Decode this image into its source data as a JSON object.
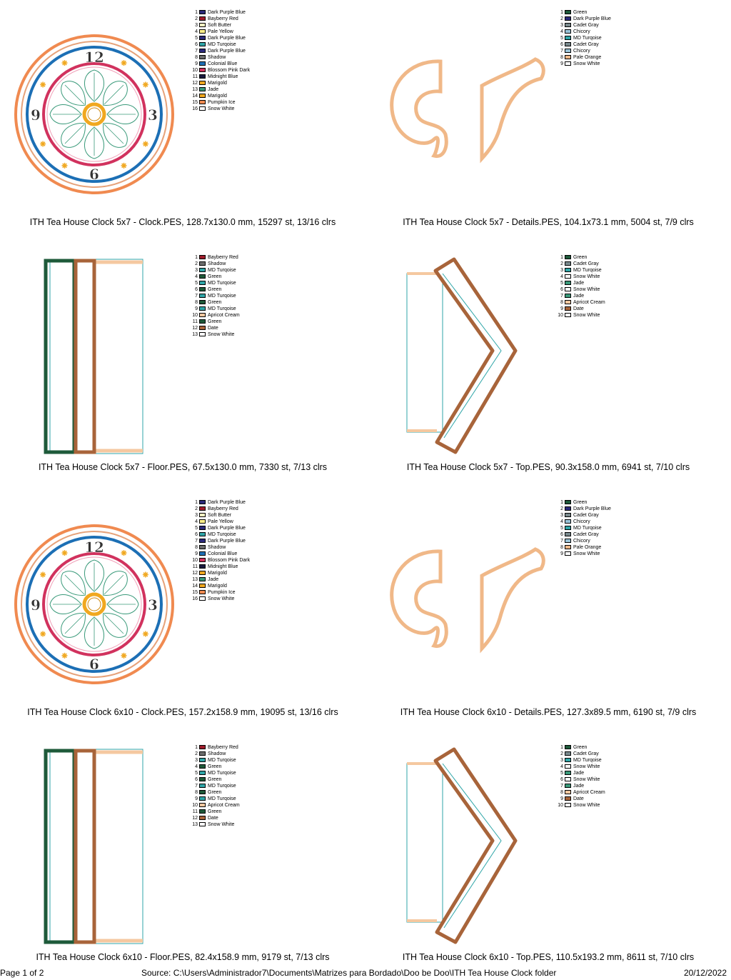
{
  "designs": [
    {
      "kind": "clock",
      "caption": "ITH Tea House Clock 5x7 - Clock.PES, 128.7x130.0 mm, 15297 st, 13/16 clrs",
      "colors": [
        {
          "n": "1",
          "name": "Dark Purple Blue",
          "hex": "#2b2a7a"
        },
        {
          "n": "2",
          "name": "Bayberry Red",
          "hex": "#a01c2c"
        },
        {
          "n": "3",
          "name": "Soft Butter",
          "hex": "#fff4c4"
        },
        {
          "n": "4",
          "name": "Pale Yellow",
          "hex": "#fff08a"
        },
        {
          "n": "5",
          "name": "Dark Purple Blue",
          "hex": "#2b2a7a"
        },
        {
          "n": "6",
          "name": "MD Turqoise",
          "hex": "#2fa6a8"
        },
        {
          "n": "7",
          "name": "Dark Purple Blue",
          "hex": "#2b2a7a"
        },
        {
          "n": "8",
          "name": "Shadow",
          "hex": "#6d6d6d"
        },
        {
          "n": "9",
          "name": "Colonial Blue",
          "hex": "#1c6fb5"
        },
        {
          "n": "10",
          "name": "Blossom Pink Dark",
          "hex": "#d1325e"
        },
        {
          "n": "11",
          "name": "Midnight Blue",
          "hex": "#1a1a40"
        },
        {
          "n": "12",
          "name": "Marigold",
          "hex": "#f0a820"
        },
        {
          "n": "13",
          "name": "Jade",
          "hex": "#3a9a7a"
        },
        {
          "n": "14",
          "name": "Marigold",
          "hex": "#f0a820"
        },
        {
          "n": "15",
          "name": "Pumpkin Ice",
          "hex": "#f08a50"
        },
        {
          "n": "16",
          "name": "Snow White",
          "hex": "#ffffff"
        }
      ]
    },
    {
      "kind": "details",
      "caption": "ITH Tea House Clock 5x7 - Details.PES, 104.1x73.1 mm, 5004 st, 7/9 clrs",
      "colors": [
        {
          "n": "1",
          "name": "Green",
          "hex": "#1e5a3a"
        },
        {
          "n": "2",
          "name": "Dark Purple Blue",
          "hex": "#2b2a7a"
        },
        {
          "n": "3",
          "name": "Cadet Gray",
          "hex": "#7a8a8e"
        },
        {
          "n": "4",
          "name": "Chicory",
          "hex": "#9ac4d8"
        },
        {
          "n": "5",
          "name": "MD Turqoise",
          "hex": "#2fa6a8"
        },
        {
          "n": "6",
          "name": "Cadet Gray",
          "hex": "#7a8a8e"
        },
        {
          "n": "7",
          "name": "Chicory",
          "hex": "#9ac4d8"
        },
        {
          "n": "8",
          "name": "Pale Orange",
          "hex": "#f0b888"
        },
        {
          "n": "9",
          "name": "Snow White",
          "hex": "#ffffff"
        }
      ]
    },
    {
      "kind": "floor",
      "caption": "ITH Tea House Clock 5x7 - Floor.PES, 67.5x130.0 mm, 7330 st, 7/13 clrs",
      "colors": [
        {
          "n": "1",
          "name": "Bayberry Red",
          "hex": "#a01c2c"
        },
        {
          "n": "2",
          "name": "Shadow",
          "hex": "#6d6d6d"
        },
        {
          "n": "3",
          "name": "MD Turqoise",
          "hex": "#2fa6a8"
        },
        {
          "n": "4",
          "name": "Green",
          "hex": "#1e5a3a"
        },
        {
          "n": "5",
          "name": "MD Turqoise",
          "hex": "#2fa6a8"
        },
        {
          "n": "6",
          "name": "Green",
          "hex": "#1e5a3a"
        },
        {
          "n": "7",
          "name": "MD Turqoise",
          "hex": "#2fa6a8"
        },
        {
          "n": "8",
          "name": "Green",
          "hex": "#1e5a3a"
        },
        {
          "n": "9",
          "name": "MD Turqoise",
          "hex": "#2fa6a8"
        },
        {
          "n": "10",
          "name": "Apricot Cream",
          "hex": "#f5c8a0"
        },
        {
          "n": "11",
          "name": "Green",
          "hex": "#1e5a3a"
        },
        {
          "n": "12",
          "name": "Date",
          "hex": "#a8643a"
        },
        {
          "n": "13",
          "name": "Snow White",
          "hex": "#ffffff"
        }
      ]
    },
    {
      "kind": "top",
      "caption": "ITH Tea House Clock 5x7 - Top.PES, 90.3x158.0 mm, 6941 st, 7/10 clrs",
      "colors": [
        {
          "n": "1",
          "name": "Green",
          "hex": "#1e5a3a"
        },
        {
          "n": "2",
          "name": "Cadet Gray",
          "hex": "#7a8a8e"
        },
        {
          "n": "3",
          "name": "MD Turqoise",
          "hex": "#2fa6a8"
        },
        {
          "n": "4",
          "name": "Snow White",
          "hex": "#ffffff"
        },
        {
          "n": "5",
          "name": "Jade",
          "hex": "#3a9a7a"
        },
        {
          "n": "6",
          "name": "Snow White",
          "hex": "#ffffff"
        },
        {
          "n": "7",
          "name": "Jade",
          "hex": "#3a9a7a"
        },
        {
          "n": "8",
          "name": "Apricot Cream",
          "hex": "#f5c8a0"
        },
        {
          "n": "9",
          "name": "Date",
          "hex": "#a8643a"
        },
        {
          "n": "10",
          "name": "Snow White",
          "hex": "#ffffff"
        }
      ]
    },
    {
      "kind": "clock",
      "caption": "ITH Tea House Clock 6x10 - Clock.PES, 157.2x158.9 mm, 19095 st, 13/16 clrs",
      "colors": [
        {
          "n": "1",
          "name": "Dark Purple Blue",
          "hex": "#2b2a7a"
        },
        {
          "n": "2",
          "name": "Bayberry Red",
          "hex": "#a01c2c"
        },
        {
          "n": "3",
          "name": "Soft Butter",
          "hex": "#fff4c4"
        },
        {
          "n": "4",
          "name": "Pale Yellow",
          "hex": "#fff08a"
        },
        {
          "n": "5",
          "name": "Dark Purple Blue",
          "hex": "#2b2a7a"
        },
        {
          "n": "6",
          "name": "MD Turqoise",
          "hex": "#2fa6a8"
        },
        {
          "n": "7",
          "name": "Dark Purple Blue",
          "hex": "#2b2a7a"
        },
        {
          "n": "8",
          "name": "Shadow",
          "hex": "#6d6d6d"
        },
        {
          "n": "9",
          "name": "Colonial Blue",
          "hex": "#1c6fb5"
        },
        {
          "n": "10",
          "name": "Blossom Pink Dark",
          "hex": "#d1325e"
        },
        {
          "n": "11",
          "name": "Midnight Blue",
          "hex": "#1a1a40"
        },
        {
          "n": "12",
          "name": "Marigold",
          "hex": "#f0a820"
        },
        {
          "n": "13",
          "name": "Jade",
          "hex": "#3a9a7a"
        },
        {
          "n": "14",
          "name": "Marigold",
          "hex": "#f0a820"
        },
        {
          "n": "15",
          "name": "Pumpkin Ice",
          "hex": "#f08a50"
        },
        {
          "n": "16",
          "name": "Snow White",
          "hex": "#ffffff"
        }
      ]
    },
    {
      "kind": "details",
      "caption": "ITH Tea House Clock 6x10 - Details.PES, 127.3x89.5 mm, 6190 st, 7/9 clrs",
      "colors": [
        {
          "n": "1",
          "name": "Green",
          "hex": "#1e5a3a"
        },
        {
          "n": "2",
          "name": "Dark Purple Blue",
          "hex": "#2b2a7a"
        },
        {
          "n": "3",
          "name": "Cadet Gray",
          "hex": "#7a8a8e"
        },
        {
          "n": "4",
          "name": "Chicory",
          "hex": "#9ac4d8"
        },
        {
          "n": "5",
          "name": "MD Turqoise",
          "hex": "#2fa6a8"
        },
        {
          "n": "6",
          "name": "Cadet Gray",
          "hex": "#7a8a8e"
        },
        {
          "n": "7",
          "name": "Chicory",
          "hex": "#9ac4d8"
        },
        {
          "n": "8",
          "name": "Pale Orange",
          "hex": "#f0b888"
        },
        {
          "n": "9",
          "name": "Snow White",
          "hex": "#ffffff"
        }
      ]
    },
    {
      "kind": "floor",
      "caption": "ITH Tea House Clock 6x10 - Floor.PES, 82.4x158.9 mm, 9179 st, 7/13 clrs",
      "colors": [
        {
          "n": "1",
          "name": "Bayberry Red",
          "hex": "#a01c2c"
        },
        {
          "n": "2",
          "name": "Shadow",
          "hex": "#6d6d6d"
        },
        {
          "n": "3",
          "name": "MD Turqoise",
          "hex": "#2fa6a8"
        },
        {
          "n": "4",
          "name": "Green",
          "hex": "#1e5a3a"
        },
        {
          "n": "5",
          "name": "MD Turqoise",
          "hex": "#2fa6a8"
        },
        {
          "n": "6",
          "name": "Green",
          "hex": "#1e5a3a"
        },
        {
          "n": "7",
          "name": "MD Turqoise",
          "hex": "#2fa6a8"
        },
        {
          "n": "8",
          "name": "Green",
          "hex": "#1e5a3a"
        },
        {
          "n": "9",
          "name": "MD Turqoise",
          "hex": "#2fa6a8"
        },
        {
          "n": "10",
          "name": "Apricot Cream",
          "hex": "#f5c8a0"
        },
        {
          "n": "11",
          "name": "Green",
          "hex": "#1e5a3a"
        },
        {
          "n": "12",
          "name": "Date",
          "hex": "#a8643a"
        },
        {
          "n": "13",
          "name": "Snow White",
          "hex": "#ffffff"
        }
      ]
    },
    {
      "kind": "top",
      "caption": "ITH Tea House Clock 6x10 - Top.PES, 110.5x193.2 mm, 8611 st, 7/10 clrs",
      "colors": [
        {
          "n": "1",
          "name": "Green",
          "hex": "#1e5a3a"
        },
        {
          "n": "2",
          "name": "Cadet Gray",
          "hex": "#7a8a8e"
        },
        {
          "n": "3",
          "name": "MD Turqoise",
          "hex": "#2fa6a8"
        },
        {
          "n": "4",
          "name": "Snow White",
          "hex": "#ffffff"
        },
        {
          "n": "5",
          "name": "Jade",
          "hex": "#3a9a7a"
        },
        {
          "n": "6",
          "name": "Snow White",
          "hex": "#ffffff"
        },
        {
          "n": "7",
          "name": "Jade",
          "hex": "#3a9a7a"
        },
        {
          "n": "8",
          "name": "Apricot Cream",
          "hex": "#f5c8a0"
        },
        {
          "n": "9",
          "name": "Date",
          "hex": "#a8643a"
        },
        {
          "n": "10",
          "name": "Snow White",
          "hex": "#ffffff"
        }
      ]
    }
  ],
  "clock_numerals": [
    "12",
    "3",
    "6",
    "9"
  ],
  "footer": {
    "page": "Page 1 of 2",
    "source": "Source: C:\\Users\\Administrador7\\Documents\\Matrizes para Bordado\\Doo be Doo\\ITH Tea House Clock folder",
    "date": "20/12/2022"
  }
}
